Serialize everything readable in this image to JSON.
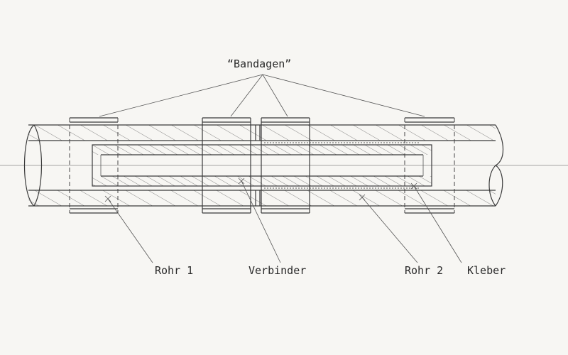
{
  "title_label": "“Bandagen”",
  "labels": {
    "rohr1": "Rohr 1",
    "verbinder": "Verbinder",
    "rohr2": "Rohr 2",
    "kleber": "Kleber"
  }
}
